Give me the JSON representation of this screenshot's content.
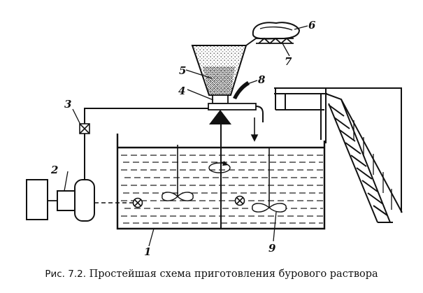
{
  "caption": {
    "prefix": "Рис. 7.2.",
    "text": "Простейшая схема приготовления бурового раствора"
  },
  "labels": {
    "l1": "1",
    "l2": "2",
    "l3": "3",
    "l4": "4",
    "l5": "5",
    "l6": "6",
    "l7": "7",
    "l8": "8",
    "l9": "9"
  }
}
